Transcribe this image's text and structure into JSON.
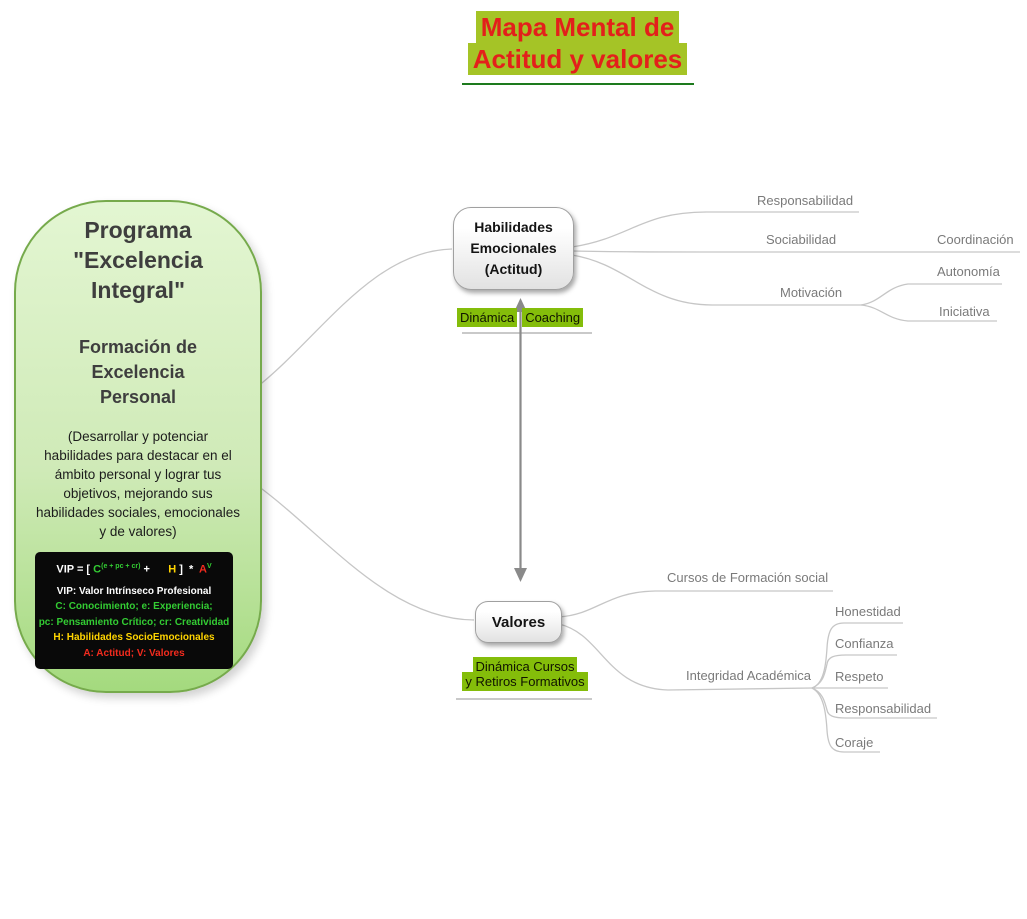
{
  "title": {
    "line1": "Mapa Mental de",
    "line2": "Actitud y valores"
  },
  "root_node": {
    "heading": "Programa\n\"Excelencia\nIntegral\"",
    "subheading": "Formación de\nExcelencia\nPersonal",
    "description": "(Desarrollar y potenciar\nhabilidades para destacar en el\námbito personal y lograr tus\nobjetivos, mejorando sus\nhabilidades sociales, emocionales\ny de valores)",
    "formula": {
      "lhs": "VIP = [ ",
      "c": "C",
      "c_sup": "(e + pc + cr)",
      "mid": " +      ",
      "h": "H",
      "rhs": " ]  *  ",
      "a": "A",
      "a_sup": "V"
    },
    "legend": [
      {
        "text": "VIP: Valor Intrínseco Profesional",
        "color": "#ffffff"
      },
      {
        "text": "C: Conocimiento; e: Experiencia;",
        "color": "#33cc33"
      },
      {
        "text": "pc: Pensamiento Crítico; cr: Creatividad",
        "color": "#33cc33"
      },
      {
        "text": "H: Habilidades SocioEmocionales",
        "color": "#ffd400"
      },
      {
        "text": "A: Actitud; V: Valores",
        "color": "#f32b1e"
      }
    ]
  },
  "nodes": {
    "habilidades": {
      "label": "Habilidades\nEmocionales\n(Actitud)",
      "tag_word1": "Dinámica",
      "tag_word2": "Coaching"
    },
    "valores": {
      "label": "Valores",
      "tag_line1": "Dinámica Cursos",
      "tag_line2": "y Retiros Formativos"
    }
  },
  "branches": {
    "responsabilidad": "Responsabilidad",
    "sociabilidad": "Sociabilidad",
    "coordinacion": "Coordinación",
    "autonomia": "Autonomía",
    "motivacion": "Motivación",
    "iniciativa": "Iniciativa",
    "cursos_formacion": "Cursos de Formación social",
    "integridad": "Integridad Académica",
    "honestidad": "Honestidad",
    "confianza": "Confianza",
    "respeto": "Respeto",
    "responsabilidad_2": "Responsabilidad",
    "coraje": "Coraje"
  },
  "colors": {
    "tag_highlight": "#84bd0a",
    "title_highlight": "#a5c426",
    "title_text": "#e3201b",
    "branch_line": "#c6c6c6",
    "branch_text": "#7a7a7a",
    "arrow": "#8a8a8a",
    "blob_border": "#76aa4c"
  }
}
